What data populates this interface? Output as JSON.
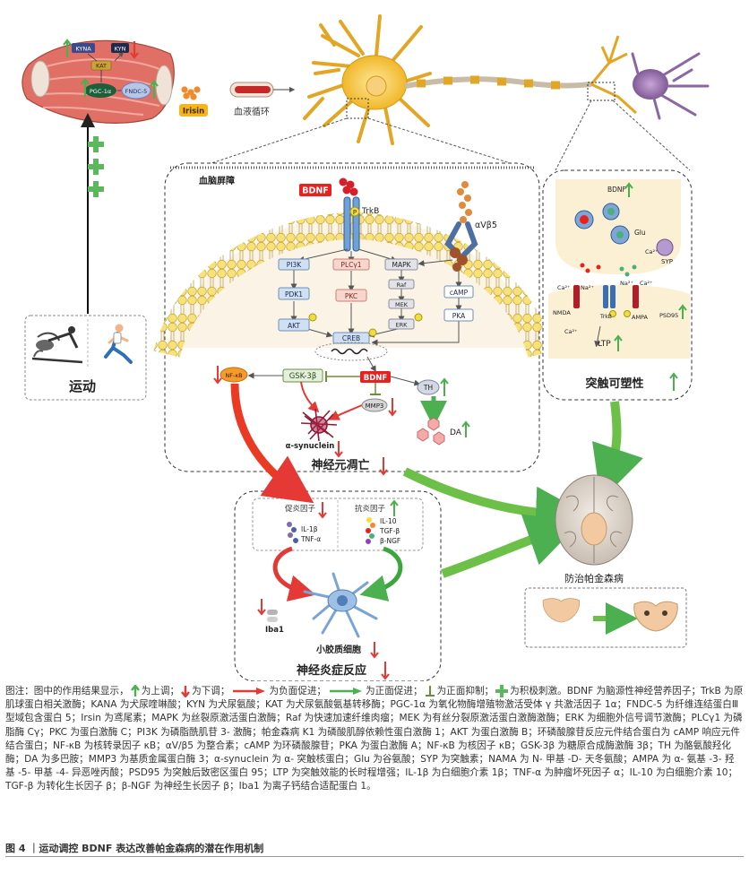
{
  "muscle": {
    "kyna": "KYNA",
    "kyn": "KYN",
    "kat": "KAT",
    "pgc": "PGC-1α",
    "fndc5": "FNDC-5",
    "irisin": "Irisin",
    "blood": "血液循环"
  },
  "exercise": {
    "label": "运动"
  },
  "bbb": {
    "title": "血脑屏障",
    "bdnf": "BDNF",
    "trkb": "TrkB",
    "p": "P",
    "integrin": "αVβ5",
    "pi3k": "PI3K",
    "plc": "PLCγ1",
    "mapk": "MAPK",
    "pdk1": "PDK1",
    "pkc": "PKC",
    "raf": "Raf",
    "mek": "MEK",
    "erk": "ERK",
    "akt": "AKT",
    "camp": "cAMP",
    "pka": "PKA",
    "creb": "CREB",
    "nfkb": "NF-κB",
    "gsk": "GSK-3β",
    "bdnf2": "BDNF",
    "th": "TH",
    "mmp3": "MMP3",
    "da": "DA",
    "syn": "α-synuclein",
    "death": "神经元凋亡"
  },
  "synapse": {
    "bdnf": "BDNF",
    "glu": "Glu",
    "syp": "SYP",
    "ca": "Ca²⁺",
    "na": "Na²⁺",
    "nmda": "NMDA",
    "trkb": "TrkB",
    "ampa": "AMPA",
    "psd": "PSD95",
    "ltp": "LTP",
    "title": "突触可塑性"
  },
  "inflam": {
    "pro": "促炎因子",
    "anti": "抗炎因子",
    "il1": "IL-1β",
    "tnf": "TNF-α",
    "il10": "IL-10",
    "tgf": "TGF-β",
    "ngf": "β-NGF",
    "iba": "Iba1",
    "microglia": "小胶质细胞",
    "title": "神经炎症反应"
  },
  "pd": {
    "title": "防治帕金森病"
  },
  "legend": {
    "prefix": "图注：图中的作用结果显示，",
    "up": "为上调；",
    "down": "为下调；",
    "neg": "为负面促进；",
    "pos": "为正面促进；",
    "inhib": "为正面抑制；",
    "stim": "为积极刺激。BDNF 为脑源性神经营养因子；TrkB 为原肌球蛋白相关激酶；KANA 为犬尿喹啉酸；KYN 为犬尿氨酸；KAT 为犬尿氨酸氨基转移酶；PGC-1α 为氧化物酶增殖物激活受体 γ 共激活因子 1α；FNDC-5 为纤维连结蛋白Ⅲ 型域包含蛋白 5；Irsin 为鸢尾素；MAPK 为丝裂原激活蛋白激酶；Raf 为快速加速纤维肉瘤；MEK 为有丝分裂原激活蛋白激酶激酶；ERK 为细胞外信号调节激酶；PLCγ1 为磷脂酶 Cγ；PKC 为蛋白激酶 C；PI3K 为磷脂酰肌苷 3- 激酶；帕金森病 K1 为磷酸肌醇依赖性蛋白激酶 1；AKT 为蛋白激酶 B；环磷酸腺苷反应元件结合蛋白为 cAMP 响应元件结合蛋白；NF-κB 为核转录因子 κB；αV/β5 为整合素；cAMP 为环磷酸腺苷；PKA 为蛋白激酶 A；NF-κB 为核因子 κB；GSK-3β 为糖原合成酶激酶 3β；TH 为酪氨酸羟化酶；DA 为多巴胺；MMP3 为基质金属蛋白酶 3；α-synuclein 为 α- 突触核蛋白；Glu 为谷氨酸；SYP 为突触素；NAMA 为 N- 甲基 -D- 天冬氨酸；AMPA 为 α- 氨基 -3- 羟基 -5- 甲基 -4- 异恶唑丙酸；PSD95 为突触后致密区蛋白 95；LTP 为突触效能的长时程增强；IL-1β 为白细胞介素 1β；TNF-α 为肿瘤坏死因子 α；IL-10 为白细胞介素 10；TGF-β 为转化生长因子 β；β-NGF 为神经生长因子 β；Iba1 为离子钙结合适配蛋白 1。"
  },
  "caption": "图 4 ｜运动调控 BDNF 表达改善帕金森病的潜在作用机制",
  "colors": {
    "up": "#4caf50",
    "down": "#e53935",
    "neuron": "#f4c542",
    "bdnf": "#e8201e",
    "box": "#b0bec5"
  }
}
